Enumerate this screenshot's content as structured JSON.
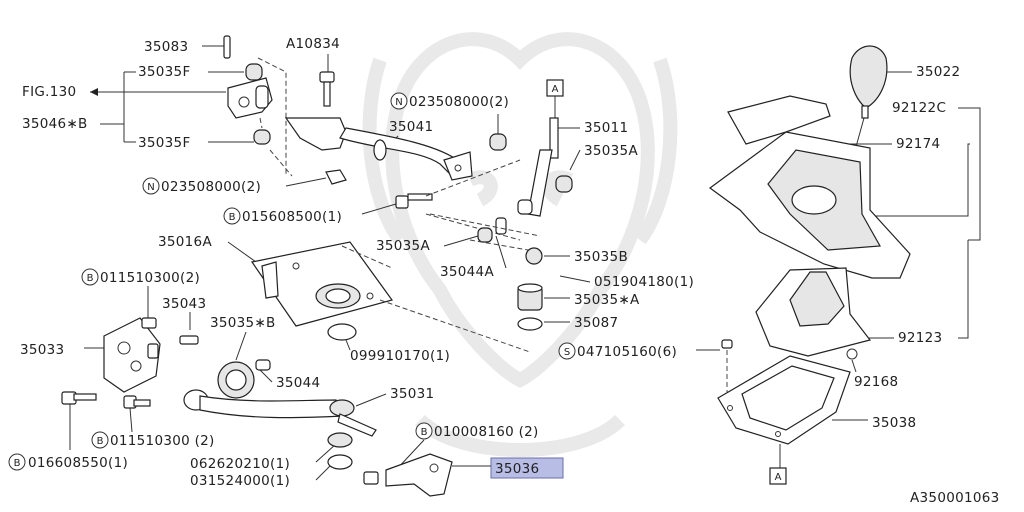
{
  "diagram_id": "A350001063",
  "fig_ref": "FIG.130",
  "highlight_fill": "#b8bde6",
  "parts": {
    "p35083": "35083",
    "p35035F_a": "35035F",
    "p35046B": "35046∗B",
    "p35035F_b": "35035F",
    "pA10834": "A10834",
    "pN023508000_a": "023508000(2)",
    "pN023508000_b": "023508000(2)",
    "p35041": "35041",
    "pB015608500": "015608500(1)",
    "p35016A": "35016A",
    "pB011510300_a": "011510300(2)",
    "p35043": "35043",
    "p35035B_star": "35035∗B",
    "p35033": "35033",
    "p35044": "35044",
    "p35031": "35031",
    "pB011510300_b": "011510300 (2)",
    "pB016608550": "016608550(1)",
    "p099910170": "099910170(1)",
    "p062620210": "062620210(1)",
    "p031524000": "031524000(1)",
    "pB010008160": "010008160 (2)",
    "p35036": "35036",
    "p35011": "35011",
    "p35035A_a": "35035A",
    "p35035A_b": "35035A",
    "p35044A": "35044A",
    "p35035B": "35035B",
    "p051904180": "051904180(1)",
    "p35035A_star": "35035∗A",
    "p35087": "35087",
    "p35022": "35022",
    "p92122C": "92122C",
    "p92174": "92174",
    "p92123": "92123",
    "pS047105160": "047105160(6)",
    "p92168": "92168",
    "p35038": "35038"
  },
  "markers": {
    "circle_N": "N",
    "circle_B": "B",
    "circle_S": "S",
    "box_A": "A"
  }
}
